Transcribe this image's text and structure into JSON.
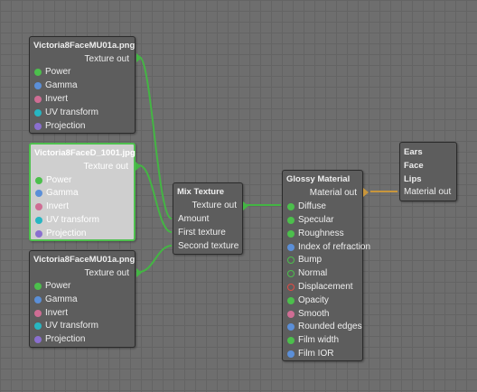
{
  "colors": {
    "link": "#44b544",
    "link_alt": "#c8963c",
    "color_socket": "#4cbf4c",
    "float_socket": "#5b8fd8",
    "bool_socket": "#cf6d94",
    "transform_socket": "#27b6c2",
    "projection_socket": "#8a6fcf",
    "displacement_socket": "#e24a44"
  },
  "nodes": {
    "tex1": {
      "title": "Victoria8FaceMU01a.png",
      "output": "Texture out",
      "inputs": [
        "Power",
        "Gamma",
        "Invert",
        "UV transform",
        "Projection"
      ]
    },
    "tex2": {
      "title": "Victoria8FaceD_1001.jpg",
      "output": "Texture out",
      "inputs": [
        "Power",
        "Gamma",
        "Invert",
        "UV transform",
        "Projection"
      ]
    },
    "tex3": {
      "title": "Victoria8FaceMU01a.png",
      "output": "Texture out",
      "inputs": [
        "Power",
        "Gamma",
        "Invert",
        "UV transform",
        "Projection"
      ]
    },
    "mix": {
      "title": "Mix Texture",
      "output": "Texture out",
      "inputs": [
        "Amount",
        "First texture",
        "Second texture"
      ]
    },
    "glossy": {
      "title": "Glossy Material",
      "output": "Material out",
      "inputs": [
        "Diffuse",
        "Specular",
        "Roughness",
        "Index of refraction",
        "Bump",
        "Normal",
        "Displacement",
        "Opacity",
        "Smooth",
        "Rounded edges",
        "Film width",
        "Film IOR"
      ]
    },
    "out": {
      "labels": [
        "Ears",
        "Face",
        "Lips"
      ],
      "input": "Material out"
    }
  }
}
